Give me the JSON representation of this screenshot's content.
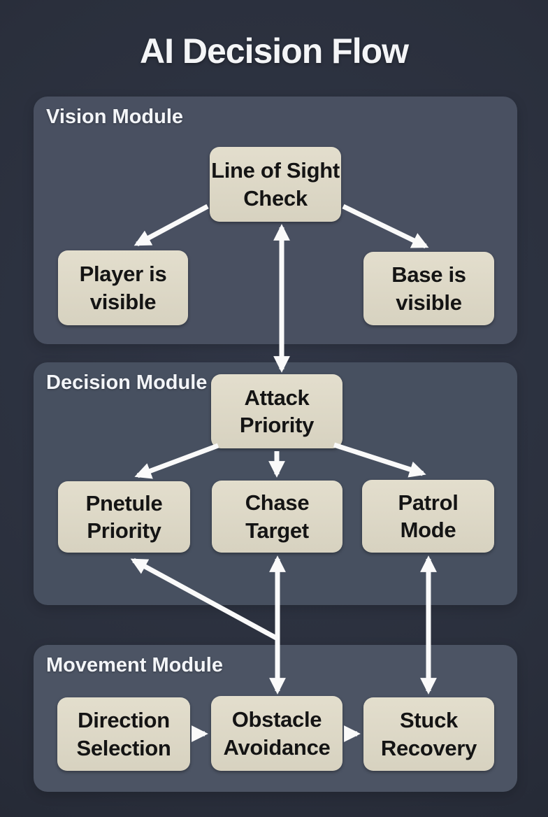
{
  "title": "AI Decision Flow",
  "modules": {
    "vision": {
      "label": "Vision Module"
    },
    "decision": {
      "label": "Decision Module"
    },
    "movement": {
      "label": "Movement Module"
    }
  },
  "nodes": {
    "los": {
      "label": "Line of Sight\nCheck"
    },
    "player": {
      "label": "Player is\nvisible"
    },
    "base": {
      "label": "Base is\nvisible"
    },
    "attack": {
      "label": "Attack\nPriority"
    },
    "pnetule": {
      "label": "Pnetule\nPriority"
    },
    "chase": {
      "label": "Chase\nTarget"
    },
    "patrol": {
      "label": "Patrol\nMode"
    },
    "direction": {
      "label": "Direction\nSelection"
    },
    "obstacle": {
      "label": "Obstacle\nAvoidance"
    },
    "stuck": {
      "label": "Stuck\nRecovery"
    }
  },
  "edges": [
    {
      "from": "line-of-sight-check",
      "to": "player-is-visible",
      "type": "single"
    },
    {
      "from": "line-of-sight-check",
      "to": "base-is-visible",
      "type": "single"
    },
    {
      "from": "line-of-sight-check",
      "to": "attack-priority",
      "type": "double"
    },
    {
      "from": "attack-priority",
      "to": "pnetule-priority",
      "type": "single"
    },
    {
      "from": "attack-priority",
      "to": "chase-target",
      "type": "single"
    },
    {
      "from": "attack-priority",
      "to": "patrol-mode",
      "type": "single"
    },
    {
      "from": "chase-target",
      "to": "obstacle-avoidance",
      "type": "double"
    },
    {
      "from": "chase-obstacle-line",
      "to": "pnetule-priority",
      "type": "single"
    },
    {
      "from": "patrol-mode",
      "to": "stuck-recovery",
      "type": "double"
    },
    {
      "from": "direction-selection",
      "to": "obstacle-avoidance",
      "type": "single"
    },
    {
      "from": "obstacle-avoidance",
      "to": "stuck-recovery",
      "type": "single"
    }
  ],
  "colors": {
    "background": "#2a2f3c",
    "panel_fill": "#4a5162",
    "node_fill": "#ddd8c6",
    "node_text": "#141414",
    "arrow": "#fafafa",
    "title_text": "#f4f5f7"
  }
}
